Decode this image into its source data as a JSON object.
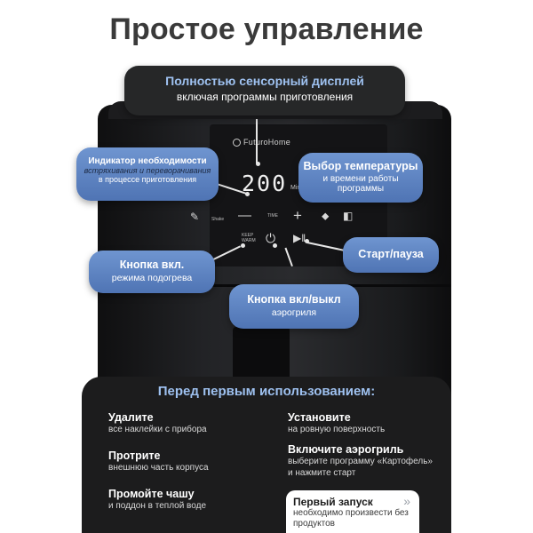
{
  "title": "Простое управление",
  "device": {
    "brand": "FuturoHome",
    "display_value": "200",
    "display_unit": "Min",
    "controls": {
      "shake": "Shake",
      "time": "TIME",
      "keep_warm": "KEEP WARM"
    }
  },
  "callouts": {
    "touch": {
      "title": "Полностью сенсорный дисплей",
      "text": "включая программы приготовления"
    },
    "shake": {
      "title": "Индикатор необходимости",
      "emph": "встряхивания и переворачивания",
      "text": "в процессе приготовления"
    },
    "temp": {
      "title": "Выбор температуры",
      "text": "и времени работы программы"
    },
    "keep_warm": {
      "title": "Кнопка вкл.",
      "text": "режима подогрева"
    },
    "start": {
      "title": "Старт/пауза"
    },
    "power": {
      "title": "Кнопка вкл/выкл",
      "text": "аэрогриля"
    }
  },
  "first_use": {
    "heading": "Перед первым использованием:",
    "steps_left": [
      {
        "title": "Удалите",
        "text": "все наклейки с прибора"
      },
      {
        "title": "Протрите",
        "text": "внешнюю часть корпуса"
      },
      {
        "title": "Промойте чашу",
        "text": "и поддон в теплой воде"
      }
    ],
    "steps_right": [
      {
        "title": "Установите",
        "text": "на ровную поверхность"
      },
      {
        "title": "Включите аэрогриль",
        "text": "выберите программу «Картофель» и нажмите старт"
      }
    ],
    "first_run": {
      "title": "Первый запуск",
      "text": "необходимо произвести без продуктов"
    }
  },
  "colors": {
    "accent_blue": "#5a80c0",
    "dark_bubble": "#262728",
    "heading_blue": "#9ec1f0"
  }
}
